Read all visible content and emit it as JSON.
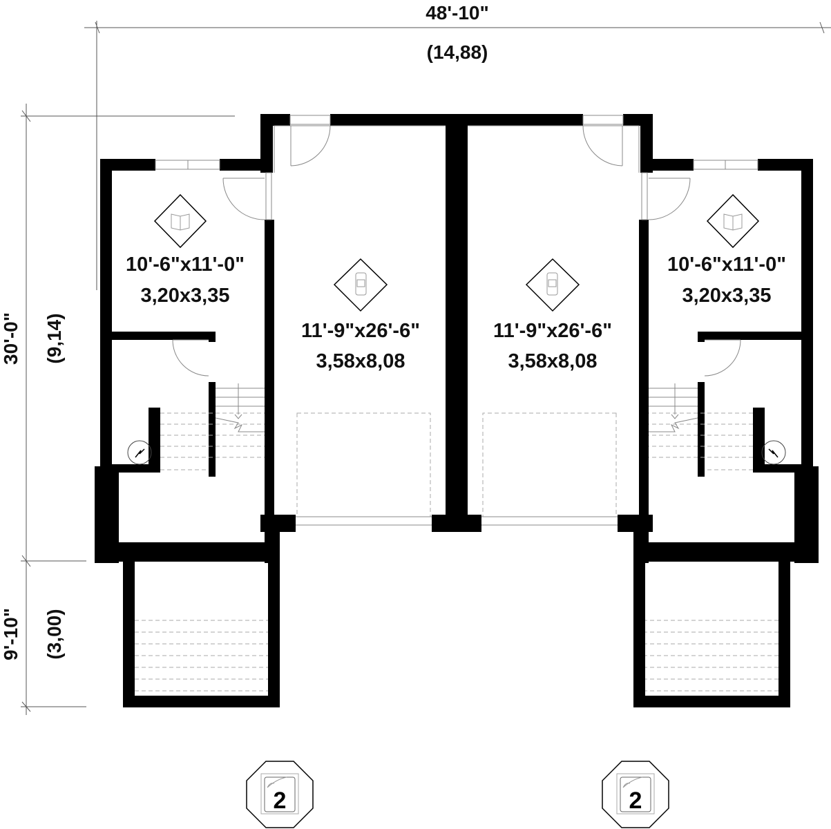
{
  "title": "Garage level floor plan",
  "dimensions": {
    "overall_width_imperial": "48'-10\"",
    "overall_width_metric": "(14,88)",
    "depth_main_imperial": "30'-0\"",
    "depth_main_metric": "(9,14)",
    "depth_porch_imperial": "9'-10\"",
    "depth_porch_metric": "(3,00)"
  },
  "rooms": {
    "left_study": {
      "icon": "book-icon",
      "imperial": "10'-6\"x11'-0\"",
      "metric": "3,20x3,35"
    },
    "left_garage": {
      "icon": "car-icon",
      "imperial": "11'-9\"x26'-6\"",
      "metric": "3,58x8,08"
    },
    "right_garage": {
      "icon": "car-icon",
      "imperial": "11'-9\"x26'-6\"",
      "metric": "3,58x8,08"
    },
    "right_study": {
      "icon": "book-icon",
      "imperial": "10'-6\"x11'-0\"",
      "metric": "3,20x3,35"
    }
  },
  "markers": [
    {
      "icon": "parking-marker-icon",
      "number": "2"
    },
    {
      "icon": "parking-marker-icon",
      "number": "2"
    }
  ]
}
